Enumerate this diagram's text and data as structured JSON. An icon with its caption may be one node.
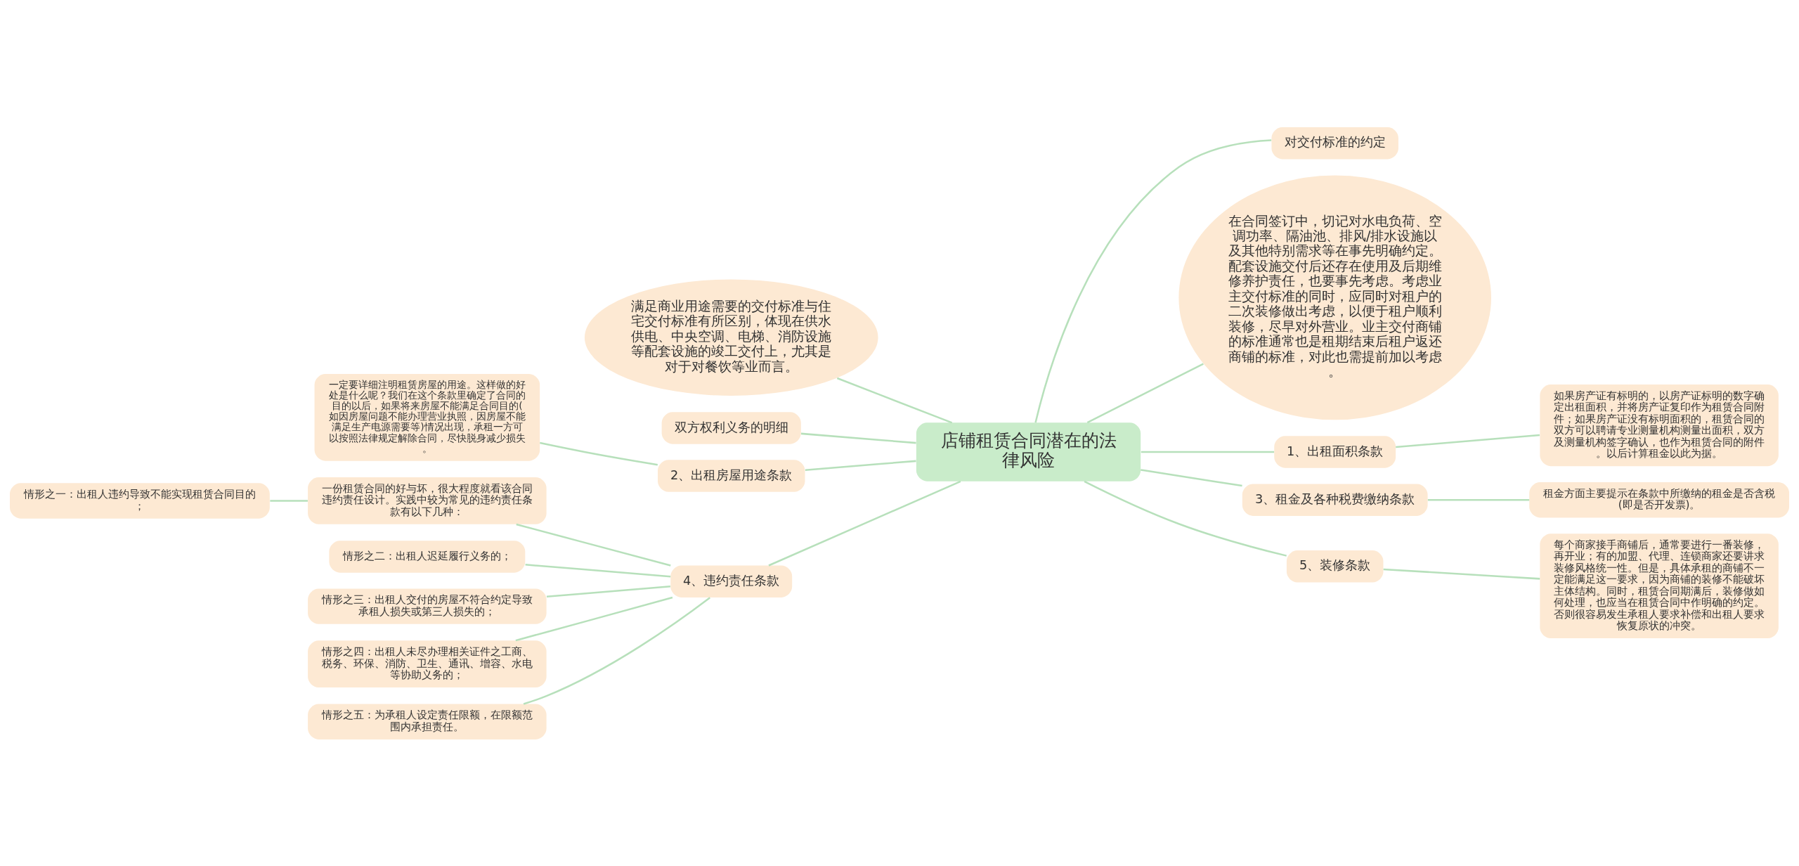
{
  "diagram": {
    "nodes": [
      {
        "text": [
          "店铺租赁合同潜在的法律风险"
        ]
      },
      {
        "text": [
          "满足商业用途需要的交付标准与住宅交付标准有所区别，体现在供水供电、中央空调、电梯、消防设施等配套设施的竣工交付上，尤其是对于对餐饮等业而言。"
        ]
      },
      {
        "text": [
          "双方权利义务的明细"
        ]
      },
      {
        "text": [
          "2、出租房屋用途条款"
        ]
      },
      {
        "text": [
          "一定要详细注明租赁房屋的用途。这样做的好处是什么呢？我们在这个条款里确定了合同的目的以后，如果将来房屋不能满足合同目的(如因房屋问题不能办理营业执照，因房屋不能满足生产电源需要等)情况出现，承租一方可以按照法律规定解除合同，尽快脱身减少损失。"
        ]
      },
      {
        "text": [
          "4、违约责任条款"
        ]
      },
      {
        "text": [
          "一份租赁合同的好与坏，很大程度就看该合同违约责任设计。实践中较为常见的违约责任条款有以下几种："
        ]
      },
      {
        "text": [
          "情形之一：出租人违约导致不能实现租赁合同目的；"
        ]
      },
      {
        "text": [
          "情形之二：出租人迟延履行义务的；"
        ]
      },
      {
        "text": [
          "情形之三：出租人交付的房屋不符合约定导致承租人损失或第三人损失的；"
        ]
      },
      {
        "text": [
          "情形之四：出租人未尽办理相关证件之工商、税务、环保、消防、卫生、通讯、增容、水电等协助义务的；"
        ]
      },
      {
        "text": [
          "情形之五：为承租人设定责任限额，在限额范围内承担责任。"
        ]
      },
      {
        "text": [
          "对交付标准的约定"
        ]
      },
      {
        "text": [
          "在合同签订中，切记对水电负荷、空调功率、隔油池、排风/排水设施以及其他特别需求等在事先明确约定。配套设施交付后还存在使用及后期维修养护责任，也要事先考虑。考虑业主交付标准的同时，应同时对租户的二次装修做出考虑，以便于租户顺利装修，尽早对外营业。业主交付商铺的标准通常也是租期结束后租户返还商铺的标准，对此也需提前加以考虑。"
        ]
      },
      {
        "text": [
          "1、出租面积条款"
        ]
      },
      {
        "text": [
          "如果房产证有标明的，以房产证标明的数字确定出租面积，并将房产证复印作为租赁合同附件；如果房产证没有标明面积的，租赁合同的双方可以聘请专业测量机构测量出面积，双方及测量机构签字确认，也作为租赁合同的附件。以后计算租金以此为据。"
        ]
      },
      {
        "text": [
          "3、租金及各种税费缴纳条款"
        ]
      },
      {
        "text": [
          "租金方面主要提示在条款中所缴纳的租金是否含税(即是否开发票)。"
        ]
      },
      {
        "text": [
          "5、装修条款"
        ]
      },
      {
        "text": [
          "每个商家接手商铺后，通常要进行一番装修，再开业；有的加盟、代理、连锁商家还要讲求装修风格统一性。但是，具体承租的商铺不一定能满足这一要求，因为商铺的装修不能破坏主体结构。同时，租赁合同期满后，装修做如何处理，也应当在租赁合同中作明确的约定。否则很容易发生承租人要求补偿和出租人要求恢复原状的冲突。"
        ]
      }
    ],
    "edges": [
      {
        "from": 0,
        "to": 1,
        "arrow": "none"
      },
      {
        "from": 0,
        "to": 2,
        "arrow": "none"
      },
      {
        "from": 0,
        "to": 3,
        "arrow": "none"
      },
      {
        "from": 3,
        "to": 4,
        "arrow": "none"
      },
      {
        "from": 0,
        "to": 5,
        "arrow": "none"
      },
      {
        "from": 5,
        "to": 6,
        "arrow": "none"
      },
      {
        "from": 6,
        "to": 7,
        "arrow": "none"
      },
      {
        "from": 5,
        "to": 8,
        "arrow": "none"
      },
      {
        "from": 5,
        "to": 9,
        "arrow": "none"
      },
      {
        "from": 5,
        "to": 10,
        "arrow": "none"
      },
      {
        "from": 5,
        "to": 11,
        "arrow": "none"
      },
      {
        "from": 0,
        "to": 12,
        "arrow": "none"
      },
      {
        "from": 0,
        "to": 13,
        "arrow": "none"
      },
      {
        "from": 0,
        "to": 14,
        "arrow": "none"
      },
      {
        "from": 14,
        "to": 15,
        "arrow": "none"
      },
      {
        "from": 0,
        "to": 16,
        "arrow": "none"
      },
      {
        "from": 16,
        "to": 17,
        "arrow": "none"
      },
      {
        "from": 0,
        "to": 18,
        "arrow": "none"
      },
      {
        "from": 18,
        "to": 19,
        "arrow": "none"
      }
    ]
  }
}
